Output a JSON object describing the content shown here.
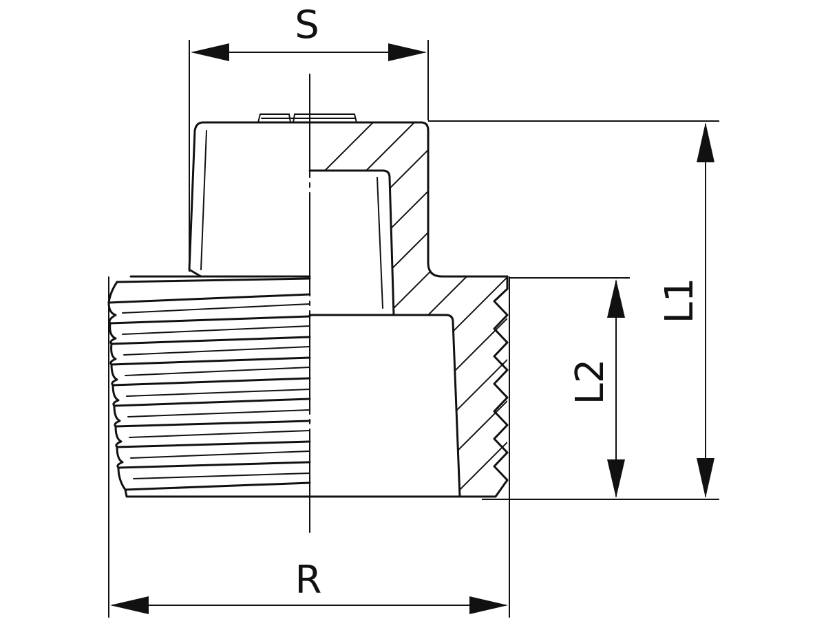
{
  "dimensions": {
    "s": "S",
    "r": "R",
    "l1": "L1",
    "l2": "L2"
  },
  "colors": {
    "line": "#111111",
    "background": "#ffffff"
  }
}
